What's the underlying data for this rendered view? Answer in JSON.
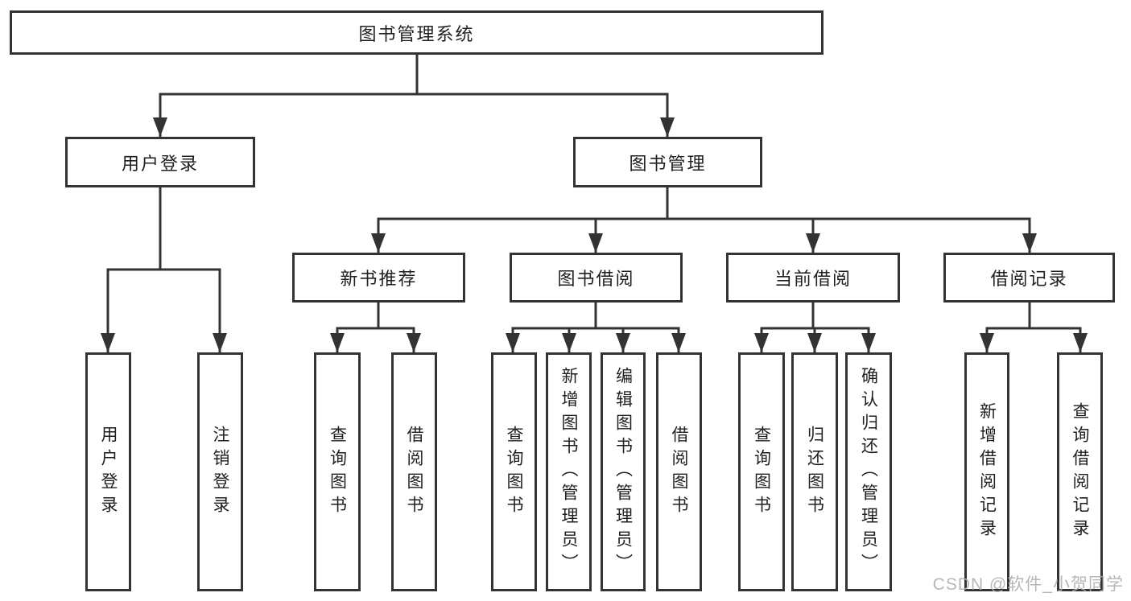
{
  "diagram": {
    "root": {
      "label": "图书管理系统"
    },
    "branches": [
      {
        "label": "用户登录",
        "children": [
          {
            "label": "用户登录"
          },
          {
            "label": "注销登录"
          }
        ]
      },
      {
        "label": "图书管理",
        "children": [
          {
            "label": "新书推荐",
            "children": [
              {
                "label": "查询图书"
              },
              {
                "label": "借阅图书"
              }
            ]
          },
          {
            "label": "图书借阅",
            "children": [
              {
                "label": "查询图书"
              },
              {
                "label": "新增图书（管理员）"
              },
              {
                "label": "编辑图书（管理员）"
              },
              {
                "label": "借阅图书"
              }
            ]
          },
          {
            "label": "当前借阅",
            "children": [
              {
                "label": "查询图书"
              },
              {
                "label": "归还图书"
              },
              {
                "label": "确认归还（管理员）"
              }
            ]
          },
          {
            "label": "借阅记录",
            "children": [
              {
                "label": "新增借阅记录"
              },
              {
                "label": "查询借阅记录"
              }
            ]
          }
        ]
      }
    ]
  },
  "watermark": {
    "text": "CSDN @软件_小贺同学"
  },
  "colors": {
    "line": "#333333",
    "text": "#1f1f1f",
    "background": "#ffffff",
    "watermark": "#b0b0b0"
  }
}
